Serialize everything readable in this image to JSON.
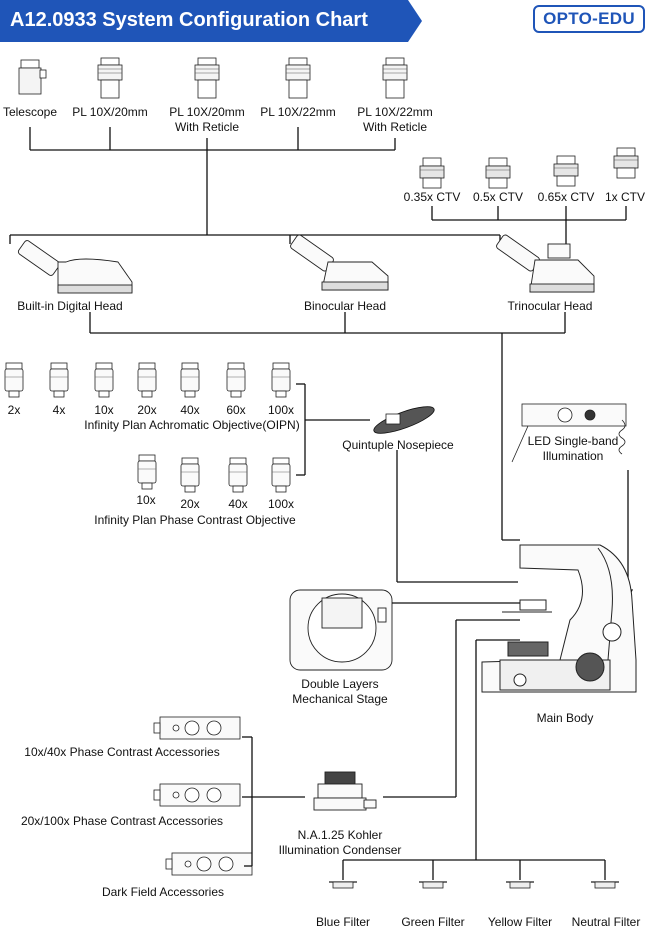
{
  "header": {
    "title": "A12.0933 System Configuration Chart",
    "brand": "OPTO-EDU",
    "accent_color": "#1f55b8"
  },
  "eyepieces": {
    "telescope": "Telescope",
    "pl_10x20": "PL 10X/20mm",
    "pl_10x20_reticle": [
      "PL 10X/20mm",
      "With Reticle"
    ],
    "pl_10x22": "PL 10X/22mm",
    "pl_10x22_reticle": [
      "PL 10X/22mm",
      "With Reticle"
    ]
  },
  "ctv": [
    "0.35x CTV",
    "0.5x CTV",
    "0.65x CTV",
    "1x CTV"
  ],
  "heads": {
    "digital": "Built-in Digital Head",
    "binocular": "Binocular Head",
    "trinocular": "Trinocular Head"
  },
  "objectives_achromatic": {
    "mags": [
      "2x",
      "4x",
      "10x",
      "20x",
      "40x",
      "60x",
      "100x"
    ],
    "title": "Infinity Plan Achromatic Objective(OIPN)"
  },
  "objectives_phase": {
    "mags": [
      "10x",
      "20x",
      "40x",
      "100x"
    ],
    "title": "Infinity Plan Phase Contrast Objective"
  },
  "nosepiece": "Quintuple Nosepiece",
  "illumination": [
    "LED Single-band",
    "Illumination"
  ],
  "stage": [
    "Double Layers",
    "Mechanical Stage"
  ],
  "main_body": "Main Body",
  "accessories": [
    "10x/40x Phase Contrast Accessories",
    "20x/100x Phase Contrast Accessories",
    "Dark Field Accessories"
  ],
  "condenser": [
    "N.A.1.25 Kohler",
    "Illumination Condenser"
  ],
  "filters": [
    "Blue Filter",
    "Green Filter",
    "Yellow Filter",
    "Neutral Filter"
  ]
}
